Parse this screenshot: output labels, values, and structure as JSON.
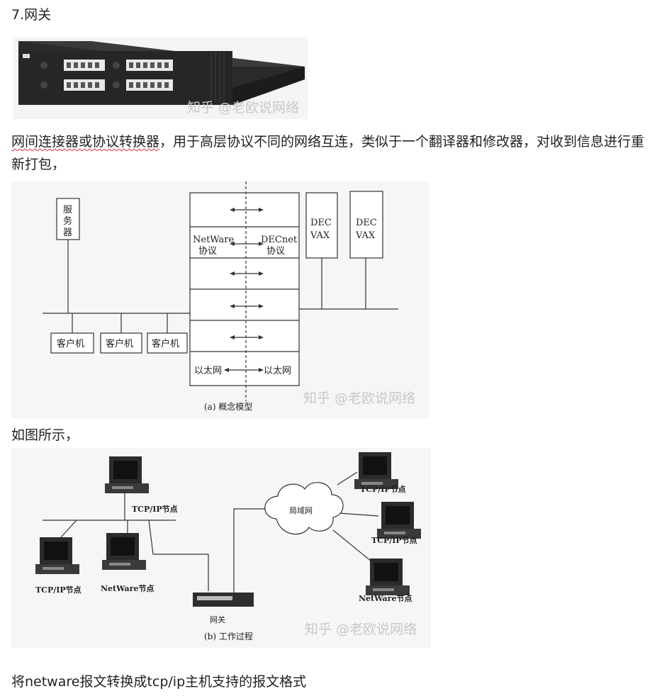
{
  "section_title": "7.网关",
  "watermark": "知乎 @老欧说网络",
  "description": {
    "underlined": "网间连接器或协议转换器",
    "rest": "，用于高层协议不同的网络互连，类似于一个翻译器和修改器，对收到信息进行重新打包，"
  },
  "figure_a": {
    "server_label": "服务器",
    "left_protocol": "NetWare\n协议",
    "right_protocol": "DECnet\n协议",
    "dec_vax_label": "DEC\nVAX",
    "client_label": "客户机",
    "bottom_left": "以太网",
    "bottom_right": "以太网",
    "caption": "(a)  概念模型"
  },
  "as_shown": "如图所示，",
  "figure_b": {
    "tcp_node": "TCP/IP节点",
    "netware_node": "NetWare节点",
    "lan": "局域网",
    "gateway": "网关",
    "caption": "(b) 工作过程"
  },
  "conclusion": "将netware报文转换成tcp/ip主机支持的报文格式"
}
